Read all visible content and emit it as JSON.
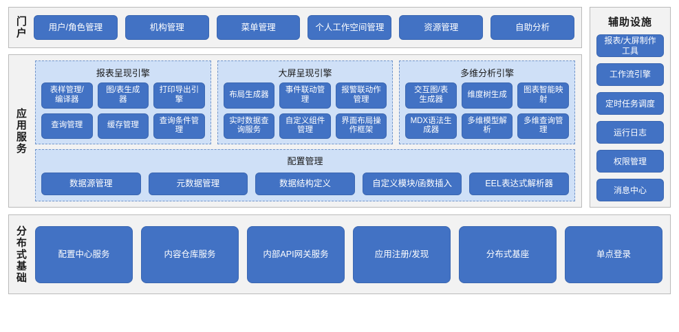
{
  "portal": {
    "label": "门户",
    "items": [
      {
        "label": "用户/角色管理"
      },
      {
        "label": "机构管理"
      },
      {
        "label": "菜单管理"
      },
      {
        "label": "个人工作空间管理"
      },
      {
        "label": "资源管理"
      },
      {
        "label": "自助分析"
      }
    ]
  },
  "aux": {
    "title": "辅助设施",
    "items": [
      {
        "label": "报表/大屏制作工具"
      },
      {
        "label": "工作流引擎"
      },
      {
        "label": "定时任务调度"
      },
      {
        "label": "运行日志"
      },
      {
        "label": "权限管理"
      },
      {
        "label": "消息中心"
      }
    ]
  },
  "app_services": {
    "label": "应用服务",
    "groups": [
      {
        "title": "报表呈现引擎",
        "items": [
          {
            "label": "表样管理/编译器"
          },
          {
            "label": "图/表生成器"
          },
          {
            "label": "打印导出引擎"
          },
          {
            "label": "查询管理"
          },
          {
            "label": "缓存管理"
          },
          {
            "label": "查询条件管理"
          }
        ]
      },
      {
        "title": "大屏呈现引擎",
        "items": [
          {
            "label": "布局生成器"
          },
          {
            "label": "事件联动管理"
          },
          {
            "label": "报警联动作管理"
          },
          {
            "label": "实时数据查询服务"
          },
          {
            "label": "自定义组件管理"
          },
          {
            "label": "界面布局操作框架"
          }
        ]
      },
      {
        "title": "多维分析引擎",
        "items": [
          {
            "label": "交互图/表生成器"
          },
          {
            "label": "维度树生成"
          },
          {
            "label": "图表智能映射"
          },
          {
            "label": "MDX语法生成器"
          },
          {
            "label": "多维模型解析"
          },
          {
            "label": "多维查询管理"
          }
        ]
      }
    ],
    "config": {
      "title": "配置管理",
      "items": [
        {
          "label": "数据源管理"
        },
        {
          "label": "元数据管理"
        },
        {
          "label": "数据结构定义"
        },
        {
          "label": "自定义模块/函数插入"
        },
        {
          "label": "EEL表达式解析器"
        }
      ]
    }
  },
  "distributed": {
    "label": "分布式基础",
    "items": [
      {
        "label": "配置中心服务"
      },
      {
        "label": "内容仓库服务"
      },
      {
        "label": "内部API网关服务"
      },
      {
        "label": "应用注册/发现"
      },
      {
        "label": "分布式基座"
      },
      {
        "label": "单点登录"
      }
    ]
  },
  "colors": {
    "button_blue": "#4272c4",
    "group_bg": "#cfe0f7",
    "band_bg": "#f2f2f2",
    "band_border": "#b9b9b9",
    "group_border": "#6f93c9"
  }
}
